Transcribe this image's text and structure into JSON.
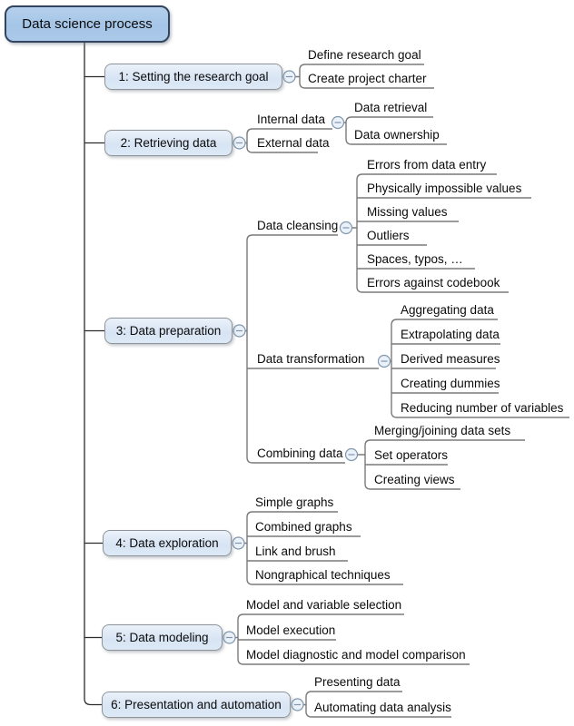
{
  "root": {
    "label": "Data science process"
  },
  "steps": [
    {
      "label": "1: Setting the research goal",
      "children": [
        {
          "label": "Define research goal"
        },
        {
          "label": "Create project charter"
        }
      ]
    },
    {
      "label": "2: Retrieving data",
      "children": [
        {
          "label": "Internal data",
          "children": [
            {
              "label": "Data retrieval"
            },
            {
              "label": "Data ownership"
            }
          ]
        },
        {
          "label": "External data"
        }
      ]
    },
    {
      "label": "3: Data preparation",
      "children": [
        {
          "label": "Data cleansing",
          "children": [
            {
              "label": "Errors from data entry"
            },
            {
              "label": "Physically impossible values"
            },
            {
              "label": "Missing values"
            },
            {
              "label": "Outliers"
            },
            {
              "label": "Spaces, typos, …"
            },
            {
              "label": "Errors against codebook"
            }
          ]
        },
        {
          "label": "Data transformation",
          "children": [
            {
              "label": "Aggregating data"
            },
            {
              "label": "Extrapolating data"
            },
            {
              "label": "Derived measures"
            },
            {
              "label": "Creating dummies"
            },
            {
              "label": "Reducing number of variables"
            }
          ]
        },
        {
          "label": "Combining data",
          "children": [
            {
              "label": "Merging/joining data sets"
            },
            {
              "label": "Set operators"
            },
            {
              "label": "Creating views"
            }
          ]
        }
      ]
    },
    {
      "label": "4: Data exploration",
      "children": [
        {
          "label": "Simple graphs"
        },
        {
          "label": "Combined graphs"
        },
        {
          "label": "Link and brush"
        },
        {
          "label": "Nongraphical techniques"
        }
      ]
    },
    {
      "label": "5: Data modeling",
      "children": [
        {
          "label": "Model and variable selection"
        },
        {
          "label": "Model execution"
        },
        {
          "label": "Model diagnostic and model comparison"
        }
      ]
    },
    {
      "label": "6: Presentation and automation",
      "children": [
        {
          "label": "Presenting data"
        },
        {
          "label": "Automating data analysis"
        }
      ]
    }
  ],
  "icons": {
    "collapse": "minus-circle"
  },
  "colors": {
    "root_fill": "#a9c8e9",
    "root_border": "#33445f",
    "node_fill": "#dde9f6",
    "node_border": "#8f9499",
    "branch_line": "#7a7a7a",
    "spine_line": "#2b2b2b",
    "collapse_fill": "#eaf1f9",
    "collapse_border": "#7f96ad"
  }
}
